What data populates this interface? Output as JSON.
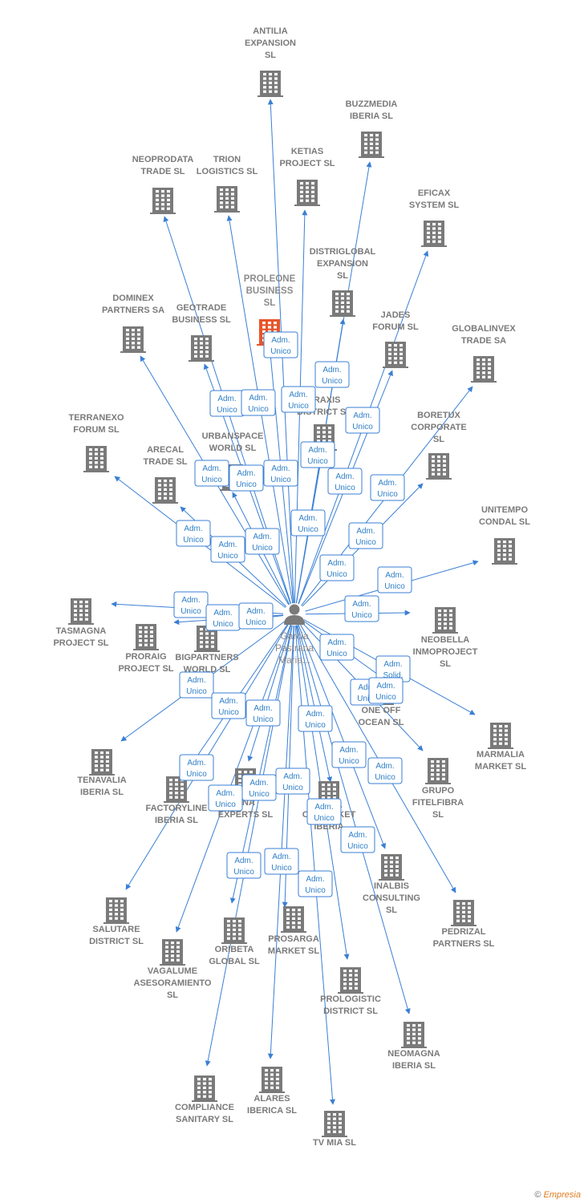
{
  "center": {
    "label": [
      "Garcia",
      "Pastrana",
      "Maria..."
    ]
  },
  "colors": {
    "edge": "#3a7fd5",
    "building": "#7a7a7a",
    "highlight": "#e8552a",
    "role_text": "#2f7fc7",
    "role_border": "#3a7fd5"
  },
  "footer": {
    "copyright": "©",
    "brand": "Empresia"
  },
  "nodes": [
    {
      "id": "antilia",
      "lines": [
        "ANTILIA",
        "EXPANSION",
        "SL"
      ]
    },
    {
      "id": "buzzmedia",
      "lines": [
        "BUZZMEDIA",
        "IBERIA SL"
      ]
    },
    {
      "id": "neoprodata",
      "lines": [
        "NEOPRODATA",
        "TRADE SL"
      ]
    },
    {
      "id": "trion",
      "lines": [
        "TRION",
        "LOGISTICS SL"
      ]
    },
    {
      "id": "ketias",
      "lines": [
        "KETIAS",
        "PROJECT SL"
      ]
    },
    {
      "id": "eficax",
      "lines": [
        "EFICAX",
        "SYSTEM SL"
      ]
    },
    {
      "id": "distriglobal",
      "lines": [
        "DISTRIGLOBAL",
        "EXPANSION",
        "SL"
      ]
    },
    {
      "id": "proleone",
      "lines": [
        "PROLEONE",
        "BUSINESS",
        "SL"
      ],
      "highlight": true
    },
    {
      "id": "dominex",
      "lines": [
        "DOMINEX",
        "PARTNERS SA"
      ]
    },
    {
      "id": "geotrade",
      "lines": [
        "GEOTRADE",
        "BUSINESS SL"
      ]
    },
    {
      "id": "jades",
      "lines": [
        "JADES",
        "FORUM SL"
      ]
    },
    {
      "id": "globalinvex",
      "lines": [
        "GLOBALINVEX",
        "TRADE SA"
      ]
    },
    {
      "id": "praxis",
      "lines": [
        "PRAXIS",
        "DISTRICT SL"
      ]
    },
    {
      "id": "terranexo",
      "lines": [
        "TERRANEXO",
        "FORUM SL"
      ]
    },
    {
      "id": "urbanspace",
      "lines": [
        "URBANSPACE",
        "WORLD SL"
      ]
    },
    {
      "id": "boretux",
      "lines": [
        "BORETUX",
        "CORPORATE",
        "SL"
      ]
    },
    {
      "id": "arecal",
      "lines": [
        "ARECAL",
        "TRADE SL"
      ]
    },
    {
      "id": "unitempo",
      "lines": [
        "UNITEMPO",
        "CONDAL SL"
      ]
    },
    {
      "id": "tasmagna",
      "lines": [
        "TASMAGNA",
        "PROJECT SL"
      ]
    },
    {
      "id": "proraig",
      "lines": [
        "PRORAIG",
        "PROJECT SL"
      ]
    },
    {
      "id": "bigpartners",
      "lines": [
        "BIGPARTNERS",
        "WORLD SL"
      ]
    },
    {
      "id": "neobella",
      "lines": [
        "NEOBELLA",
        "INMOPROJECT",
        "SL"
      ]
    },
    {
      "id": "oneoff",
      "lines": [
        "ONE OFF",
        "OCEAN SL"
      ]
    },
    {
      "id": "marmalia",
      "lines": [
        "MARMALIA",
        "MARKET SL"
      ]
    },
    {
      "id": "tenavalia",
      "lines": [
        "TENAVALIA",
        "IBERIA SL"
      ]
    },
    {
      "id": "factoryline",
      "lines": [
        "FACTORYLINE",
        "IBERIA SL"
      ]
    },
    {
      "id": "ana",
      "lines": [
        "ANA",
        "EXPERTS SL"
      ]
    },
    {
      "id": "onmarket",
      "lines": [
        "ON MARKET",
        "IBERIA"
      ]
    },
    {
      "id": "grupofitel",
      "lines": [
        "GRUPO",
        "FITELFIBRA",
        "SL"
      ]
    },
    {
      "id": "salutare",
      "lines": [
        "SALUTARE",
        "DISTRICT SL"
      ]
    },
    {
      "id": "inalbis",
      "lines": [
        "INALBIS",
        "CONSULTING",
        "SL"
      ]
    },
    {
      "id": "pedrizal",
      "lines": [
        "PEDRIZAL",
        "PARTNERS SL"
      ]
    },
    {
      "id": "oribeta",
      "lines": [
        "ORIBETA",
        "GLOBAL SL"
      ]
    },
    {
      "id": "prosarga",
      "lines": [
        "PROSARGA",
        "MARKET SL"
      ]
    },
    {
      "id": "vagalume",
      "lines": [
        "VAGALUME",
        "ASESORAMIENTO",
        "SL"
      ]
    },
    {
      "id": "prologistic",
      "lines": [
        "PROLOGISTIC",
        "DISTRICT SL"
      ]
    },
    {
      "id": "neomagna",
      "lines": [
        "NEOMAGNA",
        "IBERIA SL"
      ]
    },
    {
      "id": "compliance",
      "lines": [
        "COMPLIANCE",
        "SANITARY SL"
      ]
    },
    {
      "id": "alares",
      "lines": [
        "ALARES",
        "IBERICA SL"
      ]
    },
    {
      "id": "tvmia",
      "lines": [
        "TV MIA SL"
      ]
    }
  ],
  "roles": [
    {
      "id": "r-proleone",
      "lines": [
        "Adm.",
        "Unico"
      ]
    },
    {
      "id": "r-distriglobal",
      "lines": [
        "Adm.",
        "Unico"
      ]
    },
    {
      "id": "r-neoprodata",
      "lines": [
        "Adm.",
        "Unico"
      ]
    },
    {
      "id": "r-trion",
      "lines": [
        "Adm.",
        "Unico"
      ]
    },
    {
      "id": "r-ketias",
      "lines": [
        "Adm.",
        "Unico"
      ]
    },
    {
      "id": "r-eficax",
      "lines": [
        "Adm.",
        "Unico"
      ]
    },
    {
      "id": "r-urbanspace",
      "lines": [
        "Adm.",
        "Unico"
      ]
    },
    {
      "id": "r-dominex",
      "lines": [
        "Adm.",
        "Unico"
      ]
    },
    {
      "id": "r-geotrade",
      "lines": [
        "Adm.",
        "Unico"
      ]
    },
    {
      "id": "r-antilia",
      "lines": [
        "Adm.",
        "Unico"
      ]
    },
    {
      "id": "r-praxis",
      "lines": [
        "Adm.",
        "Unico"
      ]
    },
    {
      "id": "r-jades",
      "lines": [
        "Adm.",
        "Unico"
      ]
    },
    {
      "id": "r-boretux",
      "lines": [
        "Adm.",
        "Unico"
      ]
    },
    {
      "id": "r-terranexo",
      "lines": [
        "Adm.",
        "Unico"
      ]
    },
    {
      "id": "r-arecal",
      "lines": [
        "Adm.",
        "Unico"
      ]
    },
    {
      "id": "r-buzzmedia",
      "lines": [
        "Adm.",
        "Unico"
      ]
    },
    {
      "id": "r-globalinvex",
      "lines": [
        "Adm.",
        "Unico"
      ]
    },
    {
      "id": "r-hidden1",
      "lines": [
        "Adm.",
        "Unico"
      ]
    },
    {
      "id": "r-unitempo",
      "lines": [
        "Adm.",
        "Unico"
      ]
    },
    {
      "id": "r-tasmagna",
      "lines": [
        "Adm.",
        "Unico"
      ]
    },
    {
      "id": "r-proraig",
      "lines": [
        "Adm.",
        "Unico"
      ]
    },
    {
      "id": "r-bigpartners",
      "lines": [
        "Adm.",
        "Unico"
      ]
    },
    {
      "id": "r-neobella",
      "lines": [
        "Adm.",
        "Unico"
      ]
    },
    {
      "id": "r-oneoff",
      "lines": [
        "Adm.",
        "Unico"
      ]
    },
    {
      "id": "r-marmalia",
      "lines": [
        "Adm.",
        "Solid."
      ]
    },
    {
      "id": "r-grupofitel",
      "lines": [
        "Adm.",
        "Unico"
      ]
    },
    {
      "id": "r-tenavalia",
      "lines": [
        "Adm.",
        "Unico"
      ]
    },
    {
      "id": "r-factoryline",
      "lines": [
        "Adm.",
        "Unico"
      ]
    },
    {
      "id": "r-salutare",
      "lines": [
        "Adm.",
        "Unico"
      ]
    },
    {
      "id": "r-ana",
      "lines": [
        "Adm.",
        "Unico"
      ]
    },
    {
      "id": "r-ana2",
      "lines": [
        "Adm.",
        "Unico"
      ]
    },
    {
      "id": "r-vagalume",
      "lines": [
        "Adm.",
        "Unico"
      ]
    },
    {
      "id": "r-onmarket",
      "lines": [
        "Adm.",
        "Unico"
      ]
    },
    {
      "id": "r-inalbis",
      "lines": [
        "Adm.",
        "Unico"
      ]
    },
    {
      "id": "r-pedrizal",
      "lines": [
        "Adm.",
        "Unico"
      ]
    },
    {
      "id": "r-prologistic",
      "lines": [
        "Adm.",
        "Unico"
      ]
    },
    {
      "id": "r-oribeta",
      "lines": [
        "Adm.",
        "Unico"
      ]
    },
    {
      "id": "r-prosarga",
      "lines": [
        "Adm.",
        "Unico"
      ]
    },
    {
      "id": "r-compliance",
      "lines": [
        "Adm.",
        "Unico"
      ]
    },
    {
      "id": "r-alares",
      "lines": [
        "Adm.",
        "Unico"
      ]
    },
    {
      "id": "r-tvmia",
      "lines": [
        "Adm.",
        "Unico"
      ]
    },
    {
      "id": "r-neomagna",
      "lines": [
        "Adm.",
        "Unico"
      ]
    }
  ]
}
